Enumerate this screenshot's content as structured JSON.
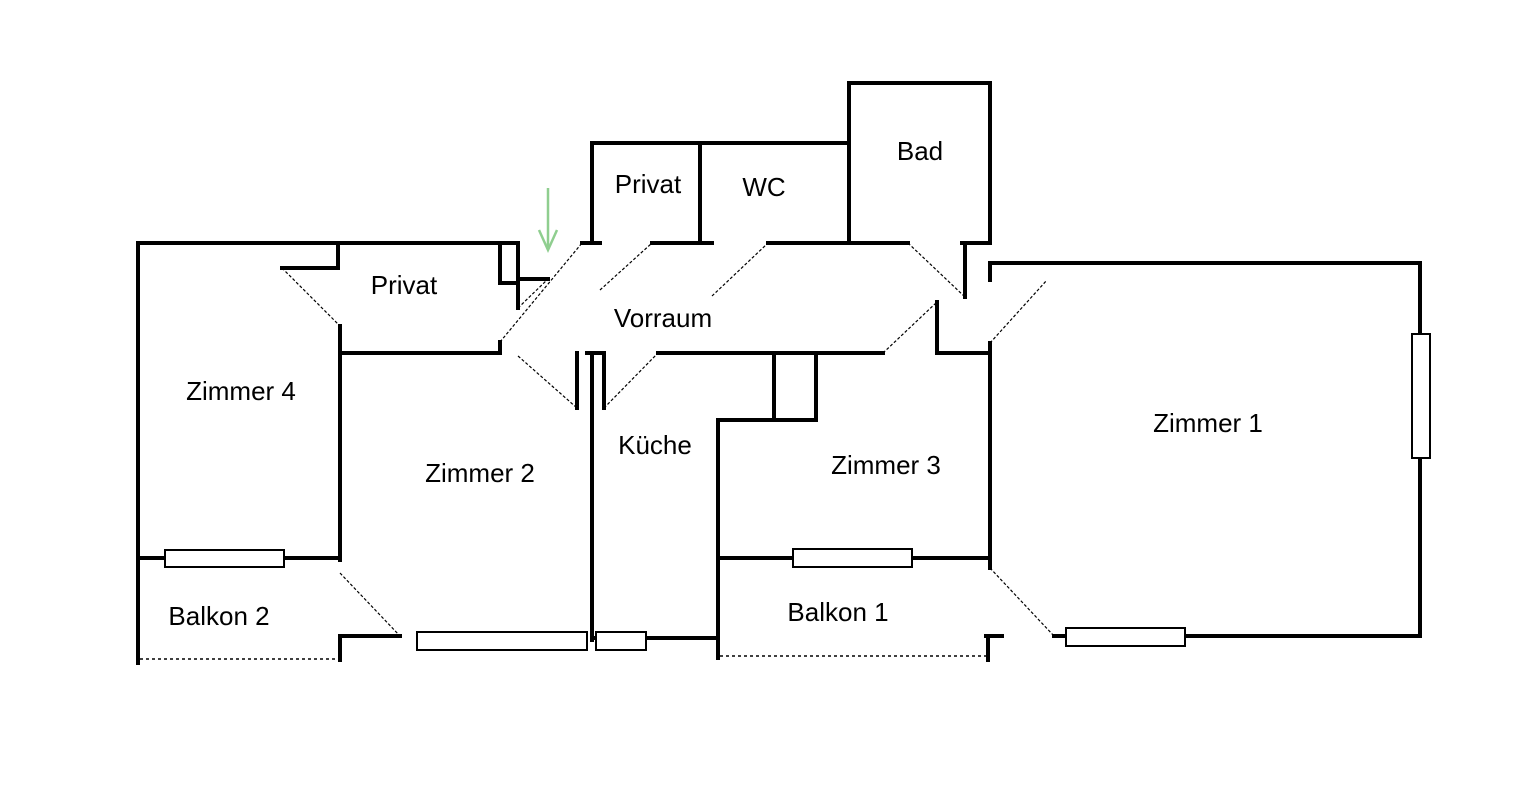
{
  "rooms": {
    "privat_upper": "Privat",
    "wc": "WC",
    "bad": "Bad",
    "privat_left": "Privat",
    "vorraum": "Vorraum",
    "zimmer_4": "Zimmer 4",
    "zimmer_2": "Zimmer 2",
    "kueche": "Küche",
    "zimmer_3": "Zimmer 3",
    "zimmer_1": "Zimmer 1",
    "balkon_2": "Balkon 2",
    "balkon_1": "Balkon 1"
  },
  "entrance_arrow": {
    "color": "#8fce8f",
    "icon": "arrow-down-icon"
  }
}
